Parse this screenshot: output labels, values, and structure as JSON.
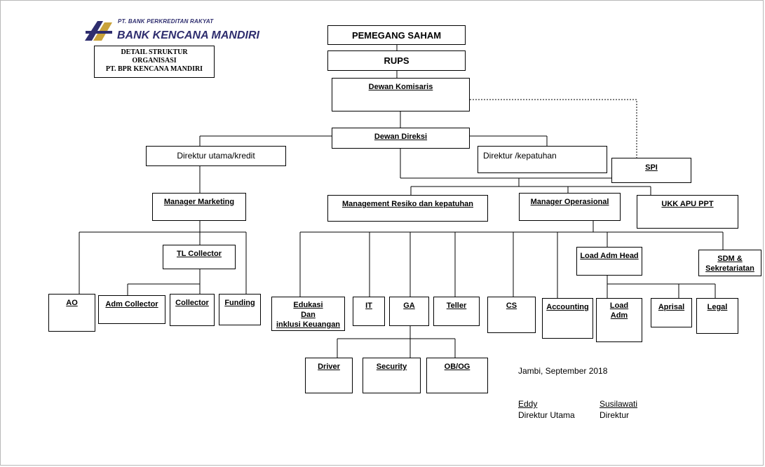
{
  "logo": {
    "subtitle": "PT. BANK PERKREDITAN RAKYAT",
    "name": "BANK KENCANA MANDIRI",
    "color": "#2e2d6e",
    "accent": "#c9a23a",
    "icon": "bank-emblem-icon"
  },
  "detail_title": {
    "line1": "DETAIL STRUKTUR",
    "line2": "ORGANISASI",
    "line3": "PT. BPR KENCANA MANDIRI"
  },
  "nodes": {
    "pemegang_saham": "PEMEGANG SAHAM",
    "rups": "RUPS",
    "dewan_komisaris": "Dewan Komisaris",
    "dewan_direksi": "Dewan Direksi",
    "direktur_utama": "Direktur utama/kredit",
    "direktur_kepatuhan": "Direktur /kepatuhan",
    "spi": "SPI",
    "manager_marketing": "Manager Marketing",
    "mgmt_resiko": "Management Resiko dan kepatuhan",
    "manager_operasional": "Manager Operasional",
    "ukk_apu": "UKK APU PPT",
    "tl_collector": "TL Collector",
    "ao": "AO",
    "adm_collector": "Adm Collector",
    "collector": "Collector",
    "funding": "Funding",
    "edukasi": [
      "Edukasi",
      "Dan",
      "inklusi Keuangan"
    ],
    "it": "IT",
    "ga": "GA",
    "teller": "Teller",
    "cs": "CS",
    "accounting": "Accounting",
    "load_adm_head": "Load Adm Head",
    "load_adm": [
      "Load",
      "Adm"
    ],
    "aprisal": "Aprisal",
    "legal": "Legal",
    "sdm": [
      "SDM &",
      "Sekretariatan"
    ],
    "driver": "Driver",
    "security": "Security",
    "ob_og": "OB/OG"
  },
  "signature": {
    "place_date": "Jambi,   September 2018",
    "name1": "Eddy",
    "title1": "Direktur Utama",
    "name2": "Susilawati",
    "title2": "Direktur"
  }
}
